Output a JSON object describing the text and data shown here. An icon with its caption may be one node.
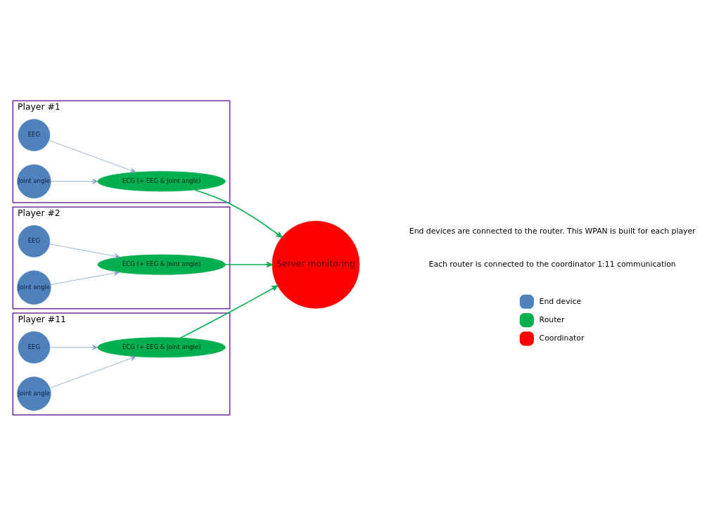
{
  "diagram": {
    "nodes": [
      {
        "text": [
          "Player #1"
        ]
      },
      {
        "text": [
          "EEG"
        ],
        "in": 0
      },
      {
        "text": [
          "Joint angle"
        ],
        "in": 0
      },
      {
        "text": [
          "ECG (+ EEG & Joint angle)"
        ],
        "in": 0
      },
      {
        "text": [
          "Player #2"
        ]
      },
      {
        "text": [
          "EEG"
        ],
        "in": 4
      },
      {
        "text": [
          "Joint angle"
        ],
        "in": 4
      },
      {
        "text": [
          "ECG (+ EEG & Joint angle)"
        ],
        "in": 4
      },
      {
        "text": [
          "Player #11"
        ]
      },
      {
        "text": [
          "EEG"
        ],
        "in": 8
      },
      {
        "text": [
          "Joint angle"
        ],
        "in": 8
      },
      {
        "text": [
          "ECG (+ EEG & Joint angle)"
        ],
        "in": 8
      },
      {
        "text": [
          "Server monitoring"
        ]
      }
    ],
    "edges": [
      {
        "from": 1,
        "to": 3,
        "arrow": "to"
      },
      {
        "from": 2,
        "to": 3,
        "arrow": "to"
      },
      {
        "from": 3,
        "to": 12,
        "arrow": "to",
        "color": "#00b050"
      },
      {
        "from": 5,
        "to": 7,
        "arrow": "to"
      },
      {
        "from": 6,
        "to": 7,
        "arrow": "to"
      },
      {
        "from": 7,
        "to": 12,
        "arrow": "to",
        "color": "#00b050"
      },
      {
        "from": 9,
        "to": 11,
        "arrow": "to"
      },
      {
        "from": 10,
        "to": 11,
        "arrow": "to"
      },
      {
        "from": 11,
        "to": 12,
        "arrow": "to",
        "color": "#00b050"
      }
    ],
    "labels": [
      "End devices are connected to the router. This WPAN is built for each player",
      "Each router is connected to the coordinator 1:11 communication"
    ],
    "legend": [
      {
        "text": "End device",
        "color": "#4f81bd"
      },
      {
        "text": "Router",
        "color": "#00b050"
      },
      {
        "text": "Coordinator",
        "color": "#ff0000"
      }
    ]
  }
}
